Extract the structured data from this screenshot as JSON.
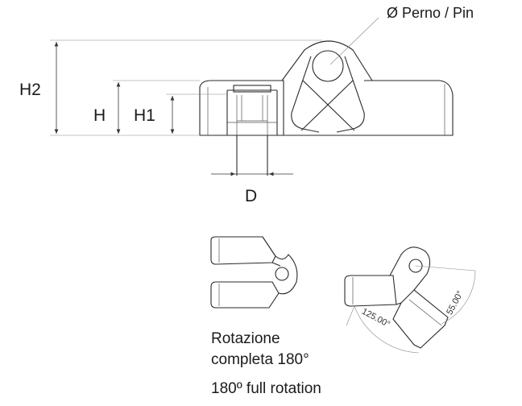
{
  "labels": {
    "pin": "Ø Perno / Pin",
    "h2": "H2",
    "h": "H",
    "h1": "H1",
    "d": "D",
    "angle_open": "125.00°",
    "angle_tilt": "55.00°"
  },
  "caption": {
    "line1": "Rotazione",
    "line2": "completa 180°",
    "line3": "180º full rotation"
  }
}
